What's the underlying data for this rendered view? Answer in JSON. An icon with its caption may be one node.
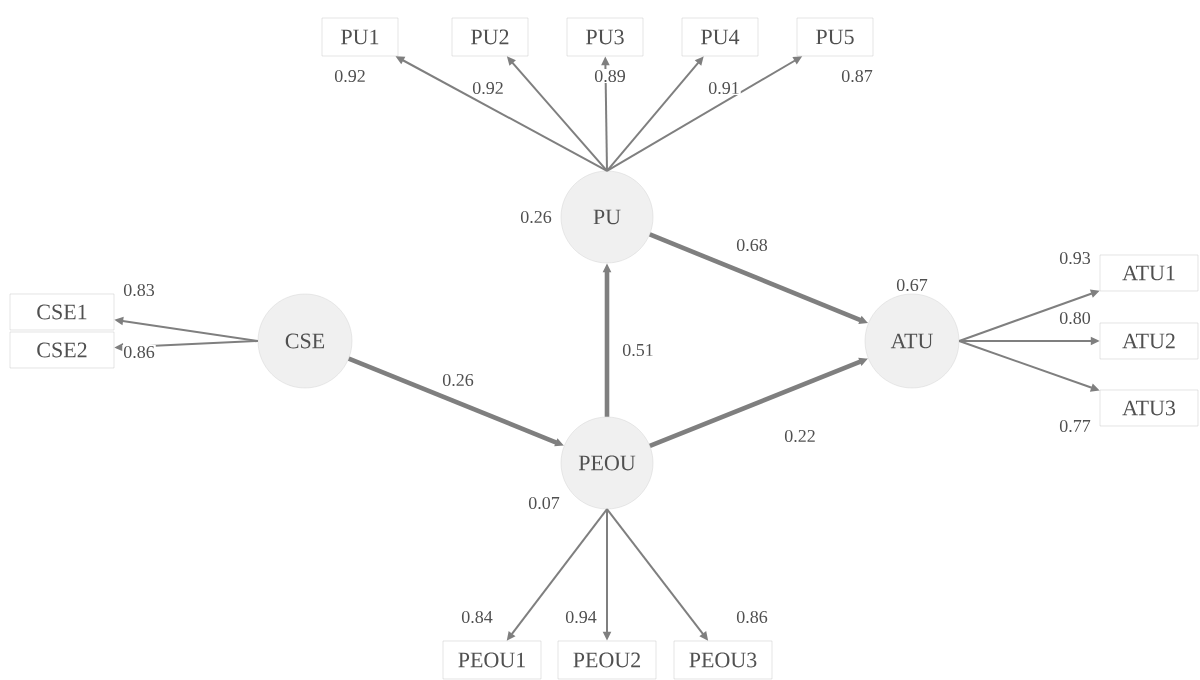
{
  "diagram": {
    "nodes": [
      {
        "text": [
          "PU1"
        ]
      },
      {
        "text": [
          "PU2"
        ]
      },
      {
        "text": [
          "PU3"
        ]
      },
      {
        "text": [
          "PU4"
        ]
      },
      {
        "text": [
          "PU5"
        ]
      },
      {
        "text": [
          "PU"
        ],
        "beside": [
          "0.26"
        ]
      },
      {
        "text": [
          "CSE1"
        ]
      },
      {
        "text": [
          "CSE2"
        ]
      },
      {
        "text": [
          "CSE"
        ]
      },
      {
        "text": [
          "ATU"
        ],
        "beside": [
          "0.67"
        ]
      },
      {
        "text": [
          "ATU1"
        ]
      },
      {
        "text": [
          "ATU2"
        ]
      },
      {
        "text": [
          "ATU3"
        ]
      },
      {
        "text": [
          "PEOU"
        ],
        "beside": [
          "0.07"
        ]
      },
      {
        "text": [
          "PEOU1"
        ]
      },
      {
        "text": [
          "PEOU2"
        ]
      },
      {
        "text": [
          "PEOU3"
        ]
      }
    ],
    "edges": [
      {
        "from": 5,
        "to": 0,
        "arrow": "to",
        "label": "0.92"
      },
      {
        "from": 5,
        "to": 1,
        "arrow": "to",
        "label": "0.92"
      },
      {
        "from": 5,
        "to": 2,
        "arrow": "to",
        "label": "0.89"
      },
      {
        "from": 5,
        "to": 3,
        "arrow": "to",
        "label": "0.91"
      },
      {
        "from": 5,
        "to": 4,
        "arrow": "to",
        "label": "0.87"
      },
      {
        "from": 8,
        "to": 6,
        "arrow": "to",
        "label": "0.83"
      },
      {
        "from": 8,
        "to": 7,
        "arrow": "to",
        "label": "0.86"
      },
      {
        "from": 8,
        "to": 13,
        "arrow": "to",
        "label": "0.26",
        "style": "thick"
      },
      {
        "from": 13,
        "to": 5,
        "arrow": "to",
        "label": "0.51",
        "style": "thick"
      },
      {
        "from": 5,
        "to": 9,
        "arrow": "to",
        "label": "0.68",
        "style": "thick"
      },
      {
        "from": 13,
        "to": 9,
        "arrow": "to",
        "label": "0.22",
        "style": "thick"
      },
      {
        "from": 9,
        "to": 10,
        "arrow": "to",
        "label": "0.93"
      },
      {
        "from": 9,
        "to": 11,
        "arrow": "to",
        "label": "0.80"
      },
      {
        "from": 9,
        "to": 12,
        "arrow": "to",
        "label": "0.77"
      },
      {
        "from": 13,
        "to": 14,
        "arrow": "to",
        "label": "0.84"
      },
      {
        "from": 13,
        "to": 15,
        "arrow": "to",
        "label": "0.94"
      },
      {
        "from": 13,
        "to": 16,
        "arrow": "to",
        "label": "0.86"
      }
    ]
  }
}
